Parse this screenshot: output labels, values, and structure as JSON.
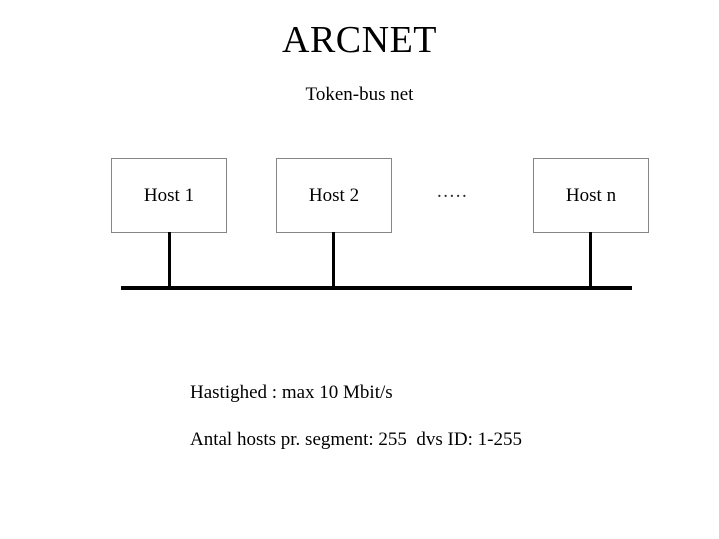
{
  "slide": {
    "title": "ARCNET",
    "subtitle": "Token-bus net",
    "background_color": "#ffffff",
    "text_color": "#000000"
  },
  "diagram": {
    "type": "token-bus-network",
    "bus": {
      "label": "bus-line",
      "color": "#000000"
    },
    "ellipsis": ".....",
    "hosts": [
      {
        "label": "Host 1",
        "border_color": "#868686"
      },
      {
        "label": "Host 2",
        "border_color": "#868686"
      },
      {
        "label": "Host n",
        "border_color": "#868686"
      }
    ]
  },
  "notes": [
    {
      "text": "Hastighed : max 10 Mbit/s"
    },
    {
      "text": "Antal hosts pr. segment: 255  dvs ID: 1-255"
    }
  ]
}
